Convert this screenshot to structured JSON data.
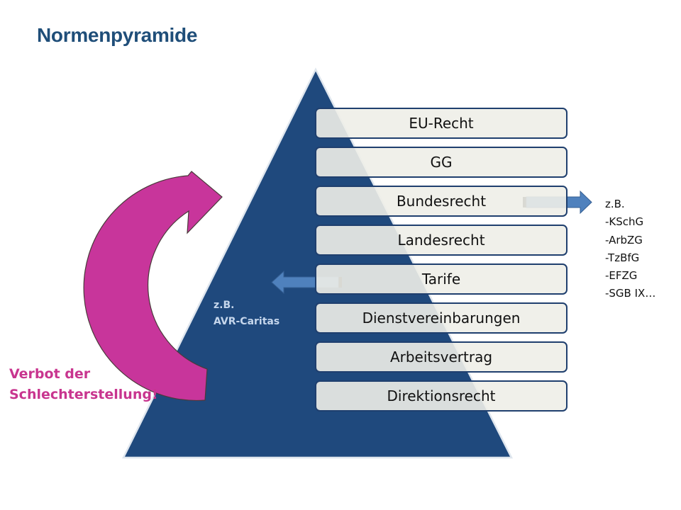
{
  "title": "Normenpyramide",
  "levels": [
    "EU-Recht",
    "GG",
    "Bundesrecht",
    "Landesrecht",
    "Tarife",
    "Dienstvereinbarungen",
    "Arbeitsvertrag",
    "Direktionsrecht"
  ],
  "left_note": [
    "z.B.",
    "AVR-Caritas"
  ],
  "right_note": [
    "z.B.",
    "-KSchG",
    "-ArbZG",
    "-TzBfG",
    "-EFZG",
    "-SGB IX…"
  ],
  "verbot": [
    "Verbot der",
    "Schlechterstellung!"
  ],
  "colors": {
    "pyramid": "#1f497d",
    "title": "#1f4e79",
    "box_border": "#1f3f6e",
    "box_fill": "#eeeee8",
    "arrow_blue": "#4f81bd",
    "curved_arrow": "#c8359b",
    "verbot_text": "#c8358f"
  }
}
